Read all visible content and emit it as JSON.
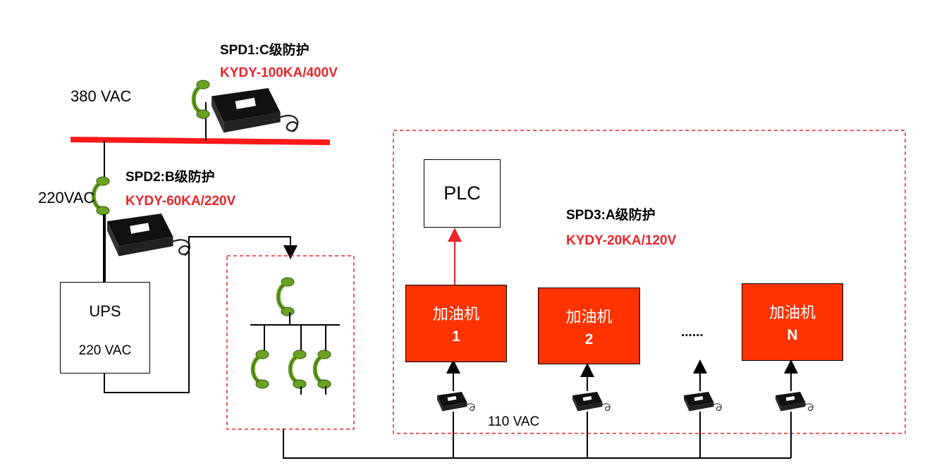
{
  "colors": {
    "bus_red": "#ff1a1a",
    "dispenser_fill": "#ff3300",
    "model_text_red": "#e8262c",
    "arrow_red": "#e8262c",
    "spd_green": "#6aa321",
    "dashed_border": "#e8262c"
  },
  "labels": {
    "vac_380": "380 VAC",
    "vac_220": "220VAC",
    "vac_110": "110 VAC",
    "spd1_title": "SPD1:C级防护",
    "spd1_model": "KYDY-100KA/400V",
    "spd2_title": "SPD2:B级防护",
    "spd2_model": "KYDY-60KA/220V",
    "spd3_title": "SPD3:A级防护",
    "spd3_model": "KYDY-20KA/120V",
    "ups_title": "UPS",
    "ups_voltage": "220 VAC",
    "plc": "PLC",
    "ellipsis": "......"
  },
  "dispensers": [
    {
      "name": "加油机",
      "number": "1"
    },
    {
      "name": "加油机",
      "number": "2"
    },
    {
      "name": "加油机",
      "number": "N"
    }
  ],
  "icons": {
    "spd_module": "surge-protector-module-icon",
    "terminal": "spd-terminal-icon"
  }
}
